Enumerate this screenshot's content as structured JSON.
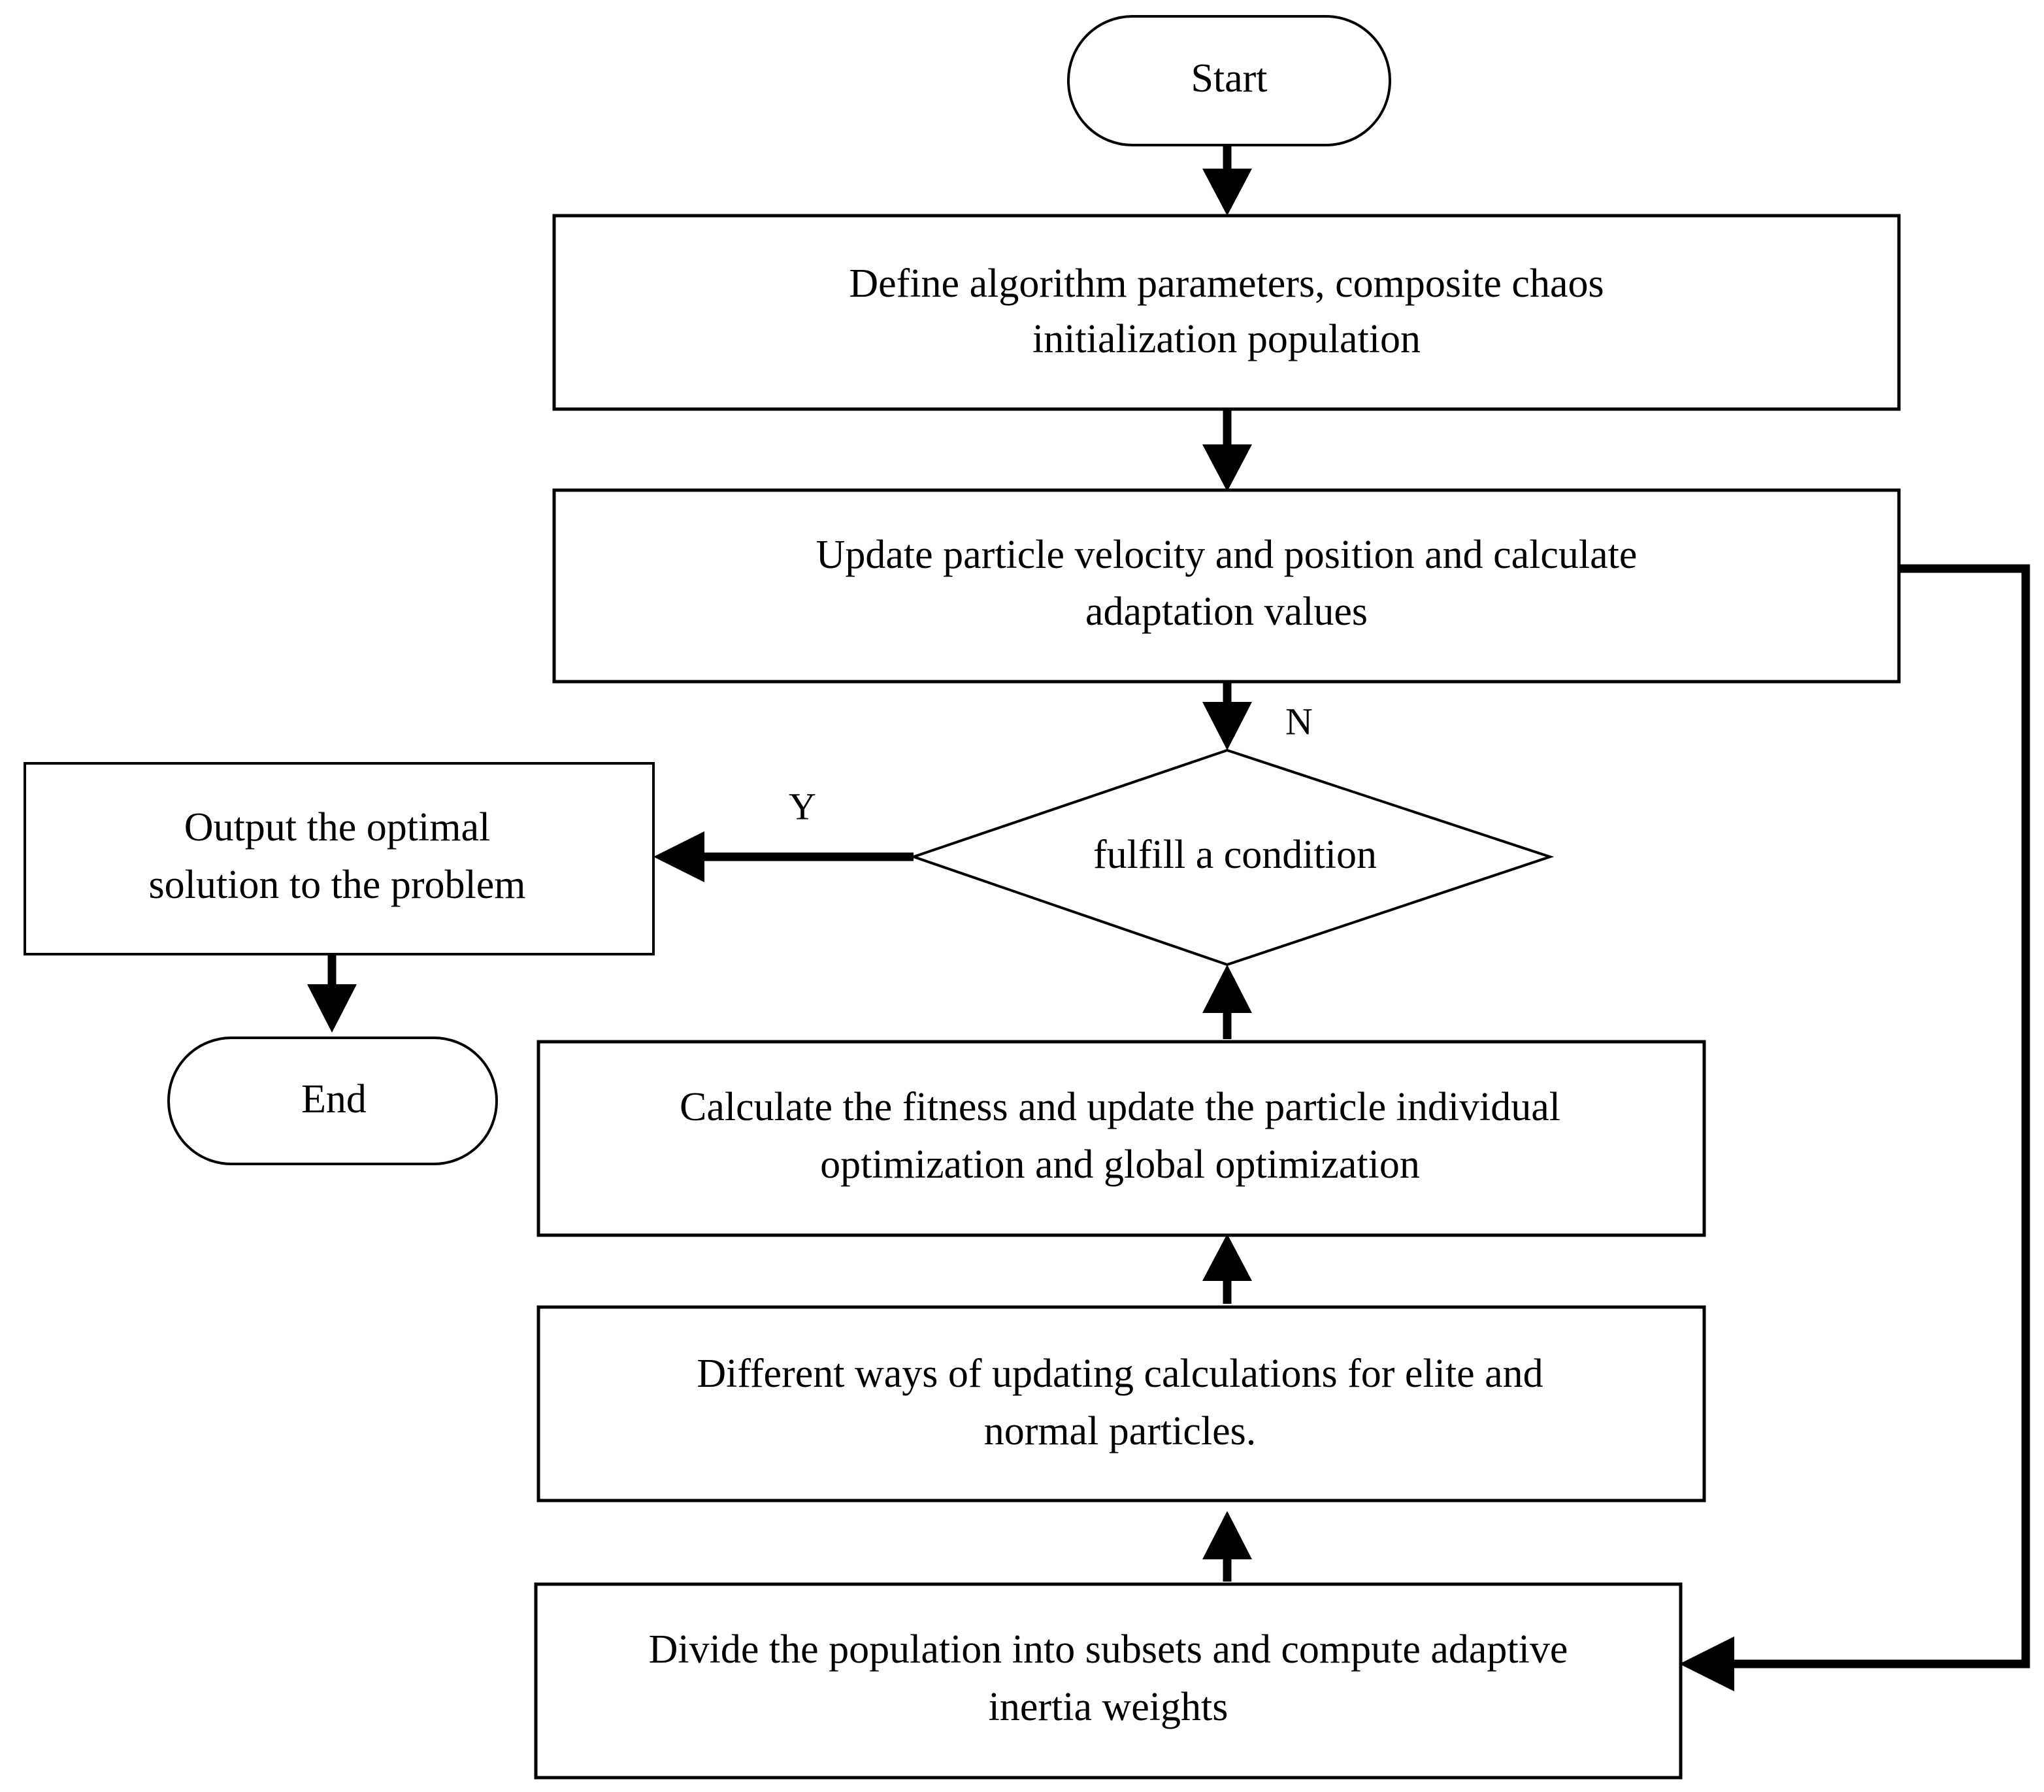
{
  "diagram": {
    "title": "Improved PSO algorithm flowchart",
    "type": "flowchart",
    "background_color": "#ffffff",
    "line_color": "#000000",
    "text_color": "#000000",
    "nodes": [
      {
        "id": "start",
        "shape": "terminal",
        "label": "Start"
      },
      {
        "id": "define",
        "shape": "process",
        "label": "Define algorithm parameters, composite chaos initialization population"
      },
      {
        "id": "define_l1",
        "shape": "line",
        "label": "Define algorithm parameters, composite chaos"
      },
      {
        "id": "define_l2",
        "shape": "line",
        "label": "initialization population"
      },
      {
        "id": "update",
        "shape": "process",
        "label": "Update particle velocity and position and calculate adaptation values"
      },
      {
        "id": "update_l1",
        "shape": "line",
        "label": "Update particle velocity and position and calculate"
      },
      {
        "id": "update_l2",
        "shape": "line",
        "label": "adaptation values"
      },
      {
        "id": "decision",
        "shape": "decision",
        "label": "fulfill a condition"
      },
      {
        "id": "output",
        "shape": "process",
        "label": "Output the optimal solution to the problem"
      },
      {
        "id": "output_l1",
        "shape": "line",
        "label": "Output the optimal"
      },
      {
        "id": "output_l2",
        "shape": "line",
        "label": "solution to the problem"
      },
      {
        "id": "end",
        "shape": "terminal",
        "label": "End"
      },
      {
        "id": "fitness",
        "shape": "process",
        "label": "Calculate the fitness and update the particle individual optimization and global optimization"
      },
      {
        "id": "fitness_l1",
        "shape": "line",
        "label": "Calculate the fitness and update the particle individual"
      },
      {
        "id": "fitness_l2",
        "shape": "line",
        "label": "optimization and global optimization"
      },
      {
        "id": "ways",
        "shape": "process",
        "label": "Different ways of updating calculations for elite and normal particles."
      },
      {
        "id": "ways_l1",
        "shape": "line",
        "label": "Different ways of updating calculations for elite and"
      },
      {
        "id": "ways_l2",
        "shape": "line",
        "label": "normal particles."
      },
      {
        "id": "divide",
        "shape": "process",
        "label": "Divide the population into subsets and compute adaptive inertia weights"
      },
      {
        "id": "divide_l1",
        "shape": "line",
        "label": "Divide the population into subsets and compute adaptive"
      },
      {
        "id": "divide_l2",
        "shape": "line",
        "label": "inertia weights"
      }
    ],
    "edge_labels": {
      "no": "N",
      "yes": "Y"
    },
    "edges": [
      {
        "from": "start",
        "to": "define",
        "label": ""
      },
      {
        "from": "define",
        "to": "update",
        "label": ""
      },
      {
        "from": "update",
        "to": "decision",
        "label": "N"
      },
      {
        "from": "decision",
        "to": "output",
        "label": "Y"
      },
      {
        "from": "output",
        "to": "end",
        "label": ""
      },
      {
        "from": "fitness",
        "to": "decision",
        "label": ""
      },
      {
        "from": "ways",
        "to": "fitness",
        "label": ""
      },
      {
        "from": "divide",
        "to": "ways",
        "label": ""
      },
      {
        "from": "update",
        "to": "divide",
        "label": ""
      }
    ]
  }
}
